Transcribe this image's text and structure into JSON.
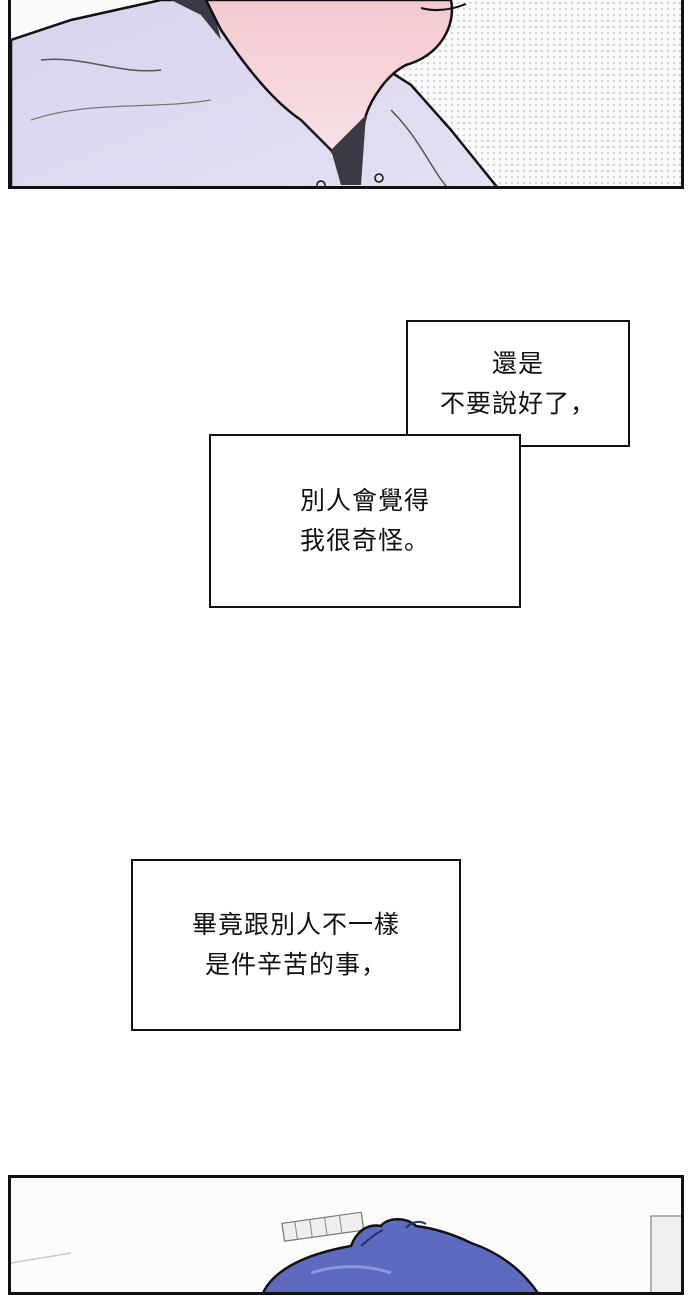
{
  "bubbles": [
    {
      "lines": [
        "還是",
        "不要說好了，"
      ]
    },
    {
      "lines": [
        "別人會覺得",
        "我很奇怪。"
      ]
    },
    {
      "lines": [
        "畢竟跟別人不一樣",
        "是件辛苦的事，"
      ]
    }
  ],
  "colors": {
    "ink": "#111111",
    "hoodie": "#dcd6ee",
    "hoodie_shadow": "#c5bbe0",
    "skin": "#f6dde0",
    "skin_blush": "#f4c4cc",
    "shirt": "#3b3a44",
    "hair": "#5c6bbf",
    "screentone": "#d8dae6"
  }
}
